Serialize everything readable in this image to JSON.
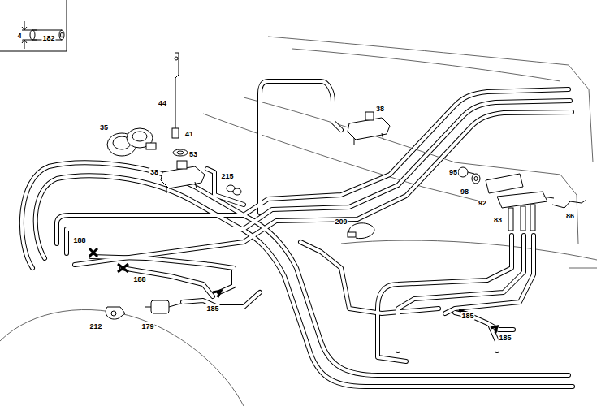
{
  "diagram": {
    "labels": [
      "4",
      "182",
      "44",
      "41",
      "35",
      "53",
      "38",
      "215",
      "38",
      "95",
      "98",
      "92",
      "86",
      "83",
      "188",
      "188",
      "209",
      "185",
      "185",
      "185",
      "212",
      "179"
    ]
  }
}
